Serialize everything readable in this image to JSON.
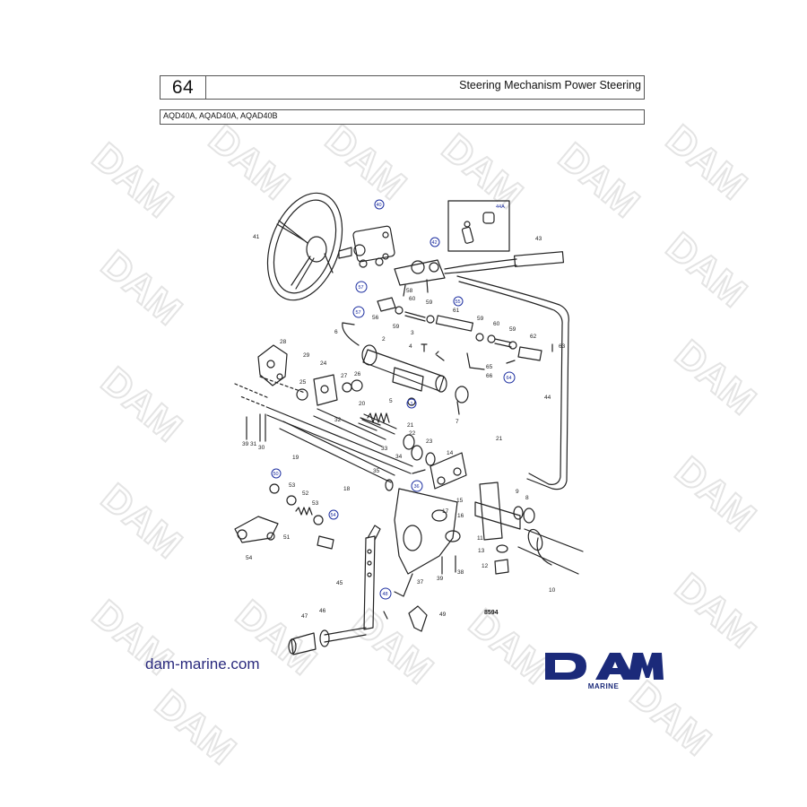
{
  "header": {
    "page_number": "64",
    "title": "Steering Mechanism Power Steering",
    "models": "AQD40A, AQAD40A, AQAD40B"
  },
  "diagram": {
    "reference_code": "8594",
    "part_labels": [
      "41",
      "40",
      "42",
      "43",
      "44A",
      "44",
      "58",
      "56",
      "55",
      "59",
      "60",
      "61",
      "57",
      "59",
      "60",
      "62",
      "63",
      "6",
      "2",
      "3",
      "4",
      "65",
      "66",
      "64",
      "28",
      "29",
      "24",
      "27",
      "26",
      "25",
      "20",
      "5",
      "1",
      "7",
      "19",
      "39",
      "31",
      "30",
      "32",
      "21",
      "22",
      "23",
      "33",
      "34",
      "35",
      "36",
      "18",
      "14",
      "15",
      "17",
      "16",
      "11",
      "9",
      "8",
      "13",
      "12",
      "10",
      "53",
      "52",
      "53",
      "54",
      "51",
      "50",
      "39",
      "38",
      "37",
      "45",
      "48",
      "49",
      "46",
      "47",
      "21"
    ],
    "circled_labels": [
      "40",
      "42",
      "57",
      "55",
      "57",
      "64",
      "36",
      "50",
      "54",
      "48"
    ]
  },
  "footer": {
    "website": "dam-marine.com",
    "brand": "DAM",
    "brand_sub": "MARINE"
  },
  "watermark_text": "DAM",
  "colors": {
    "brand_blue": "#1b2a7a",
    "link_blue": "#2a2a7e",
    "label_blue": "#1c2ea0",
    "watermark": "#e6e6e6"
  }
}
